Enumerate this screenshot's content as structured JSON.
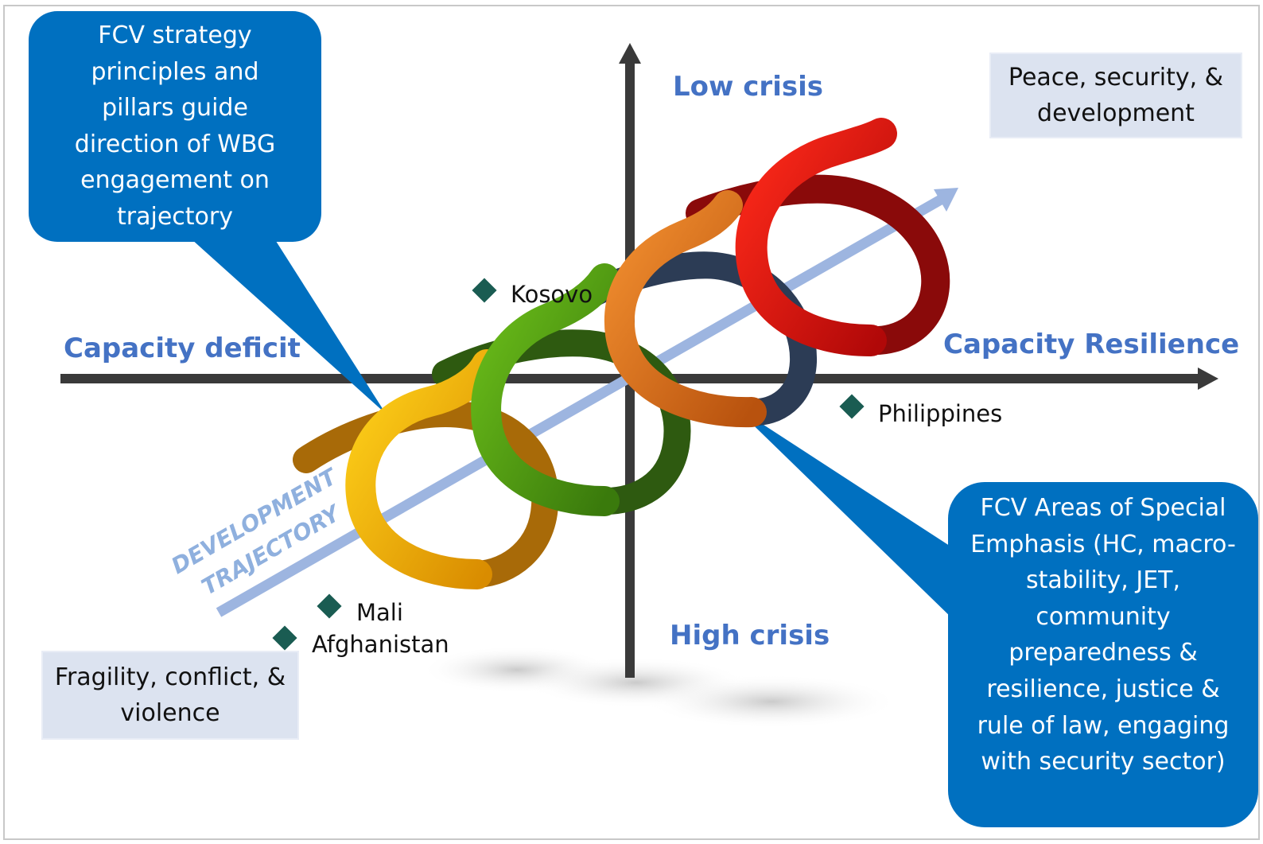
{
  "quadrants": {
    "top": "Low crisis",
    "bottom": "High crisis",
    "left": "Capacity deficit",
    "right": "Capacity Resilience"
  },
  "boxes": {
    "top_right": "Peace, security, & development",
    "bottom_left": "Fragility, conflict, & violence"
  },
  "callouts": {
    "top_left": "FCV strategy principles and pillars guide direction of WBG engagement on trajectory",
    "bottom_right": "FCV Areas of Special Emphasis  (HC, macro-stability, JET, community preparedness & resilience, justice & rule of law, engaging with security sector)"
  },
  "trajectory_label": [
    "DEVELOPMENT",
    "TRAJECTORY"
  ],
  "countries": [
    {
      "name": "Kosovo"
    },
    {
      "name": "Philippines"
    },
    {
      "name": "Mali"
    },
    {
      "name": "Afghanistan"
    }
  ],
  "colors": {
    "axis": "#3a3a3a",
    "accent_blue": "#0070c0",
    "label_blue": "#4472c4",
    "marker": "#1a5c52",
    "trajectory_arrow": "#9db5e0",
    "loop_colors": [
      "#f2b800",
      "#5a9e10",
      "#e8761f",
      "#e81010"
    ],
    "loop_back_colors": [
      "#a86a08",
      "#2e5a10",
      "#2c3c55",
      "#8a0a0a"
    ]
  }
}
